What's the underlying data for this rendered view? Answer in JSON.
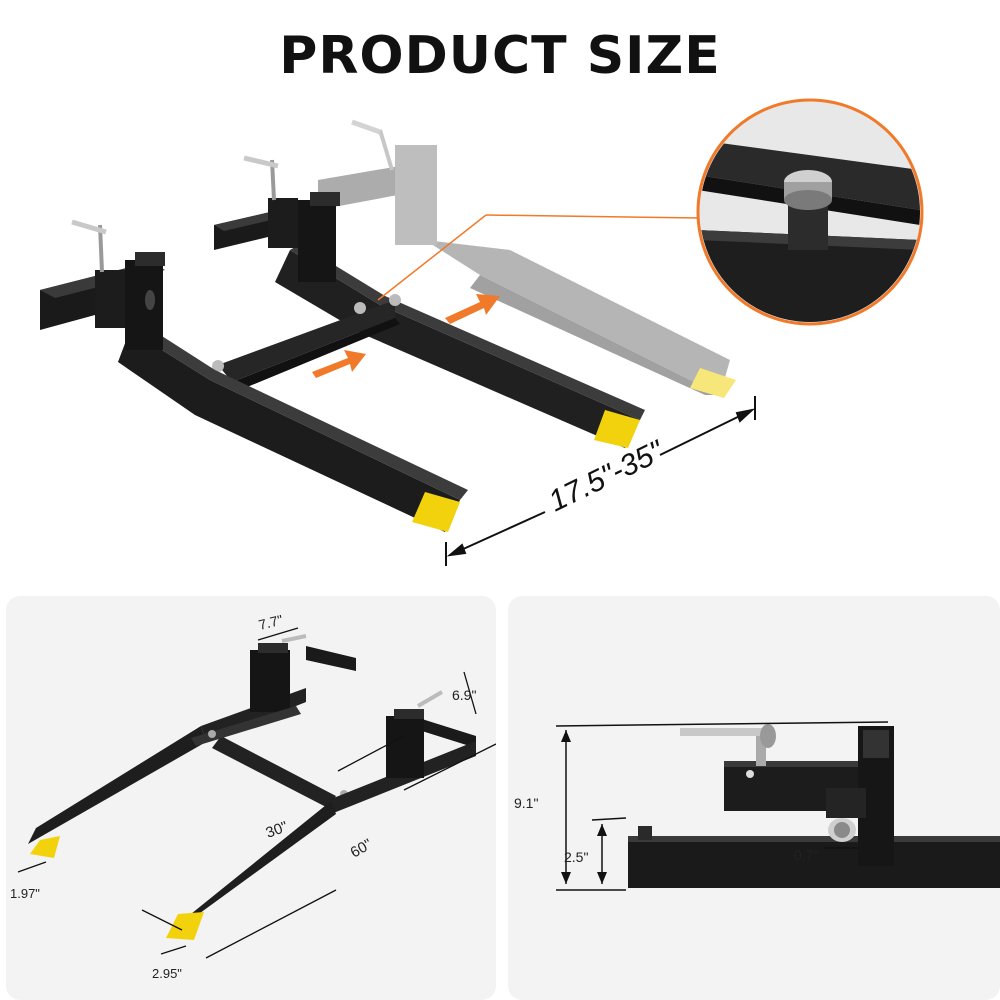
{
  "header": {
    "title": "PRODUCT SIZE"
  },
  "main_view": {
    "width_range": "17.5\"-35\""
  },
  "left_panel": {
    "dims": {
      "bracket_width": "7.7\"",
      "bracket_height": "6.9\"",
      "spacing": "30\"",
      "fork_length": "60\"",
      "fork_thickness": "1.97\"",
      "fork_width": "2.95\""
    }
  },
  "right_panel": {
    "dims": {
      "total_height": "9.1\"",
      "beam_height": "2.5\"",
      "pin_size": "0.7\""
    }
  },
  "colors": {
    "steel": "#1c1c1c",
    "tip": "#f2d20c",
    "arrow": "#f07a2a",
    "panel_bg": "#f3f3f3"
  }
}
